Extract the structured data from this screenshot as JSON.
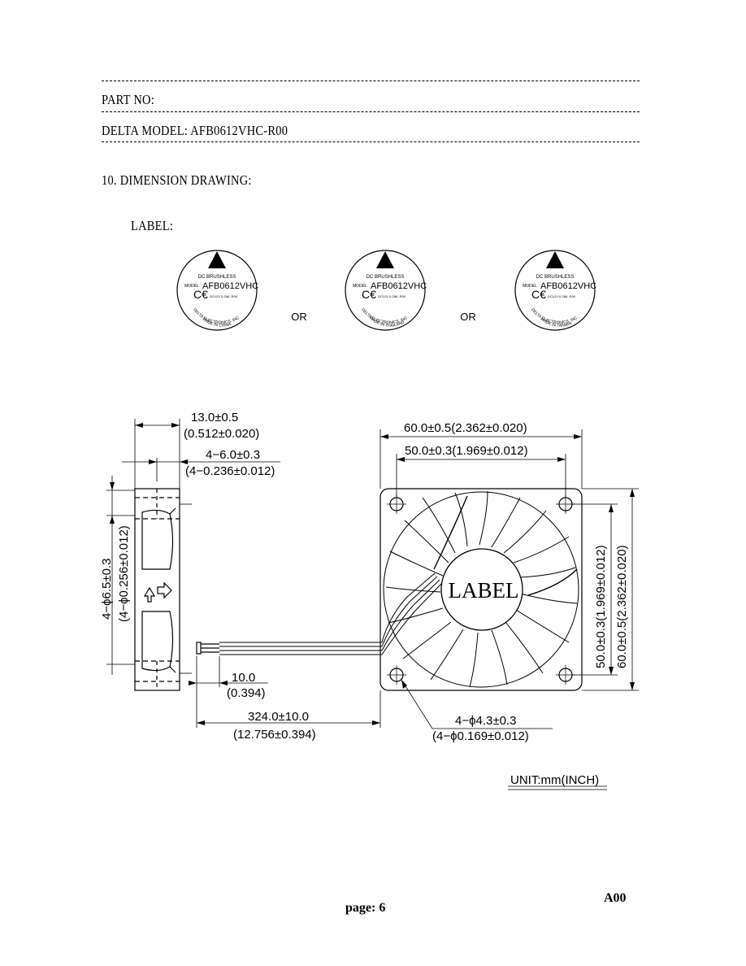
{
  "header": {
    "part_no_label": "PART NO:",
    "model_label": "DELTA MODEL:",
    "model_value": "AFB0612VHC-R00"
  },
  "section": {
    "title": "10. DIMENSION DRAWING:",
    "label_heading": "LABEL:"
  },
  "labels": [
    {
      "line1": "DC BRUSHLESS",
      "model_prefix": "MODEL",
      "model": "AFB0612VHC",
      "specs": "DC12V  0.28A  -R00",
      "arc_text": "DELTA ELECTRONICS, INC.",
      "origin": "MADE IN CHINA"
    },
    {
      "line1": "DC BRUSHLESS",
      "model_prefix": "MODEL",
      "model": "AFB0612VHC",
      "specs": "DC12V  0.28A  -R00",
      "arc_text": "DELTA ELECTRONICS, INC.",
      "origin": "MADE IN THAILAND"
    },
    {
      "line1": "DC BRUSHLESS",
      "model_prefix": "MODEL",
      "model": "AFB0612VHC",
      "specs": "DC12V  0.28A  -R00",
      "arc_text": "DELTA ELECTRONICS, INC.",
      "origin": "MADE IN TAIWAN"
    }
  ],
  "or_text": "OR",
  "drawing": {
    "depth": "13.0±0.5",
    "depth_inch": "(0.512±0.020)",
    "hole_depth": "4−6.0±0.3",
    "hole_depth_inch": "(4−0.236±0.012)",
    "flange_hole": "4−ϕ6.5±0.3",
    "flange_hole_inch": "(4−ϕ0.256±0.012)",
    "width": "60.0±0.5(2.362±0.020)",
    "hole_spacing": "50.0±0.3(1.969±0.012)",
    "height_spacing": "50.0±0.3(1.969±0.012)",
    "height": "60.0±0.5(2.362±0.020)",
    "strip": "10.0",
    "strip_inch": "(0.394)",
    "lead": "324.0±10.0",
    "lead_inch": "(12.756±0.394)",
    "mount_hole": "4−ϕ4.3±0.3",
    "mount_hole_inch": "(4−ϕ0.169±0.012)",
    "hub_label": "LABEL",
    "unit": "UNIT:mm(INCH)"
  },
  "footer": {
    "page": "page: 6",
    "revision": "A00"
  }
}
